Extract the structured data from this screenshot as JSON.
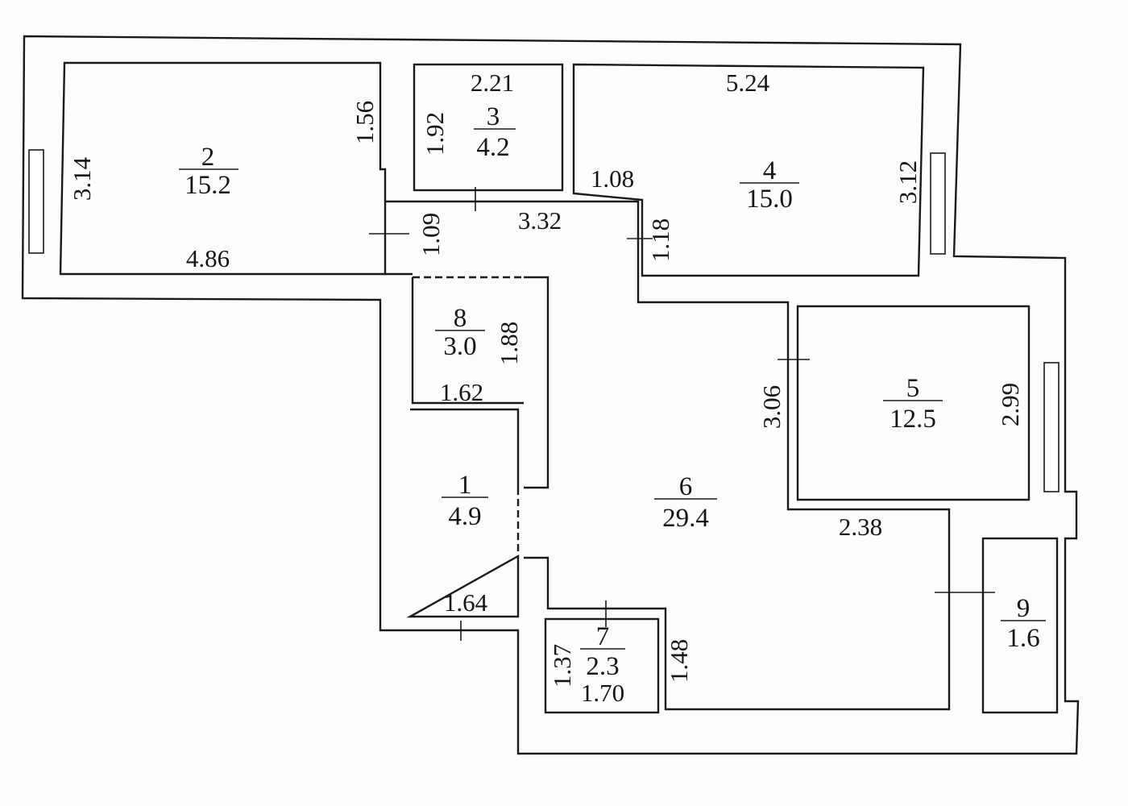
{
  "rooms": [
    {
      "number": "1",
      "area": "4.9"
    },
    {
      "number": "2",
      "area": "15.2"
    },
    {
      "number": "3",
      "area": "4.2"
    },
    {
      "number": "4",
      "area": "15.0"
    },
    {
      "number": "5",
      "area": "12.5"
    },
    {
      "number": "6",
      "area": "29.4"
    },
    {
      "number": "7",
      "area": "2.3"
    },
    {
      "number": "8",
      "area": "3.0"
    },
    {
      "number": "9",
      "area": "1.6"
    }
  ],
  "dimensions": {
    "room2_height": "3.14",
    "room2_width": "4.86",
    "room2_notch": "1.56",
    "room3_width": "2.21",
    "room3_height": "1.92",
    "room4_width": "5.24",
    "room4_height": "3.12",
    "room4_notch": "1.08",
    "hall_length": "3.32",
    "hall_left": "1.09",
    "hall_right": "1.18",
    "room8_height": "1.88",
    "room8_width": "1.62",
    "room5_left": "3.06",
    "room5_right": "2.99",
    "room6_width": "2.38",
    "room1_width": "1.64",
    "room7_left": "1.37",
    "room7_width": "1.70",
    "room7_right": "1.48"
  }
}
